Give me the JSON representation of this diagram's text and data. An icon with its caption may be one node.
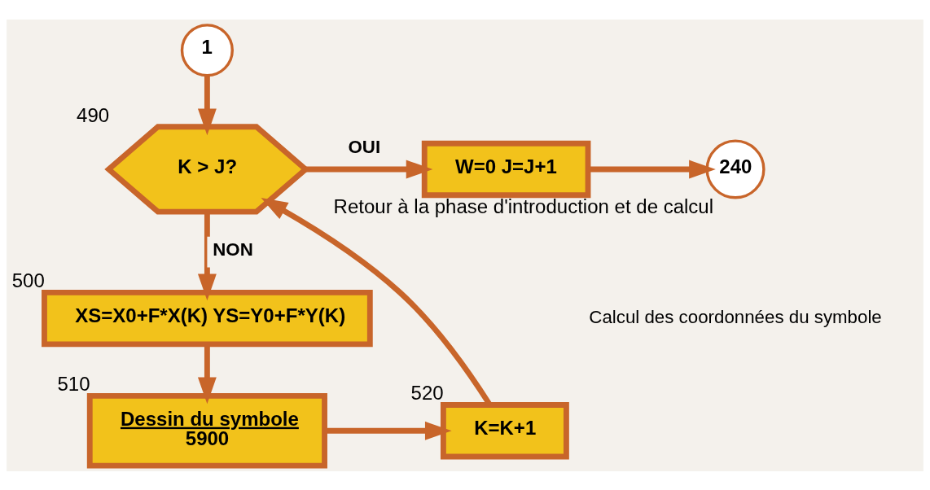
{
  "diagram": {
    "nodes": [
      {
        "text": [
          "1"
        ]
      },
      {
        "text": [
          "K > J?"
        ],
        "beside": [
          "490"
        ]
      },
      {
        "text": [
          "W=0 J=J+1"
        ]
      },
      {
        "text": [
          "240"
        ],
        "beside": [
          "Retour à la phase d'introduction et de calcul"
        ]
      },
      {
        "text": [
          "XS=X0+F*X(K) YS=Y0+F*Y(K)"
        ],
        "beside": [
          "500"
        ]
      },
      {
        "text": [
          "Dessin du symbole",
          "5900"
        ],
        "beside": [
          "510"
        ]
      },
      {
        "text": [
          "K=K+1"
        ],
        "beside": [
          "520"
        ]
      }
    ],
    "edges": [
      {
        "from": 0,
        "to": 1,
        "arrow": "to"
      },
      {
        "from": 1,
        "to": 2,
        "arrow": "to",
        "label": "OUI"
      },
      {
        "from": 2,
        "to": 3,
        "arrow": "to"
      },
      {
        "from": 1,
        "to": 4,
        "arrow": "to",
        "label": "NON"
      },
      {
        "from": 4,
        "to": 5,
        "arrow": "to"
      },
      {
        "from": 5,
        "to": 6,
        "arrow": "to"
      },
      {
        "from": 6,
        "to": 1,
        "arrow": "to"
      }
    ],
    "labels": [
      "Calcul des coordonnées du symbole"
    ]
  }
}
